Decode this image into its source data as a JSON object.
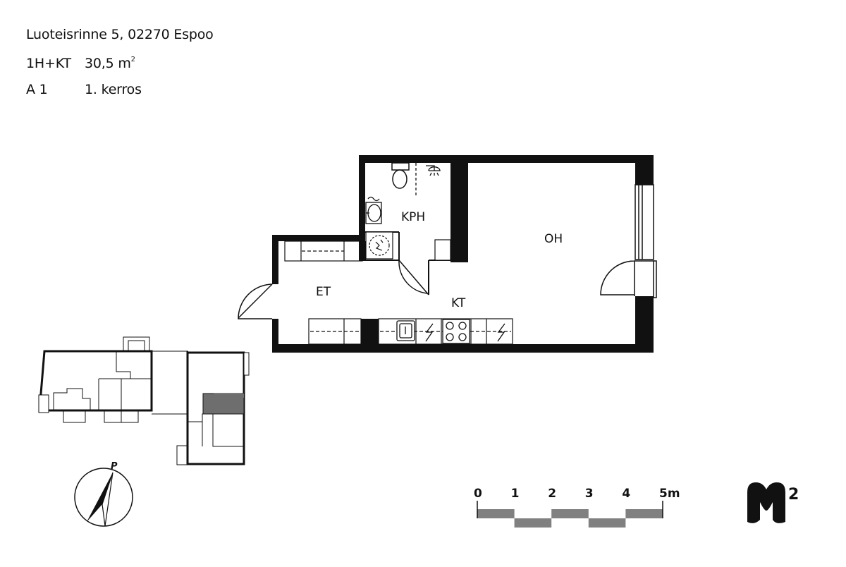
{
  "header": {
    "address": "Luoteisrinne 5, 02270 Espoo",
    "type": "1H+KT",
    "area_value": "30,5 m",
    "area_sup": "2",
    "apartment": "A 1",
    "floor": "1. kerros"
  },
  "rooms": {
    "kph": "KPH",
    "oh": "OH",
    "et": "ET",
    "kt": "KT"
  },
  "scale": {
    "ticks": [
      "0",
      "1",
      "2",
      "3",
      "4",
      "5m"
    ]
  },
  "compass": {
    "north_label": "P"
  },
  "logo": {
    "superscript": "2"
  },
  "colors": {
    "wall": "#111111",
    "scale_bar": "#808080",
    "highlight_unit": "#6e6e6e"
  }
}
